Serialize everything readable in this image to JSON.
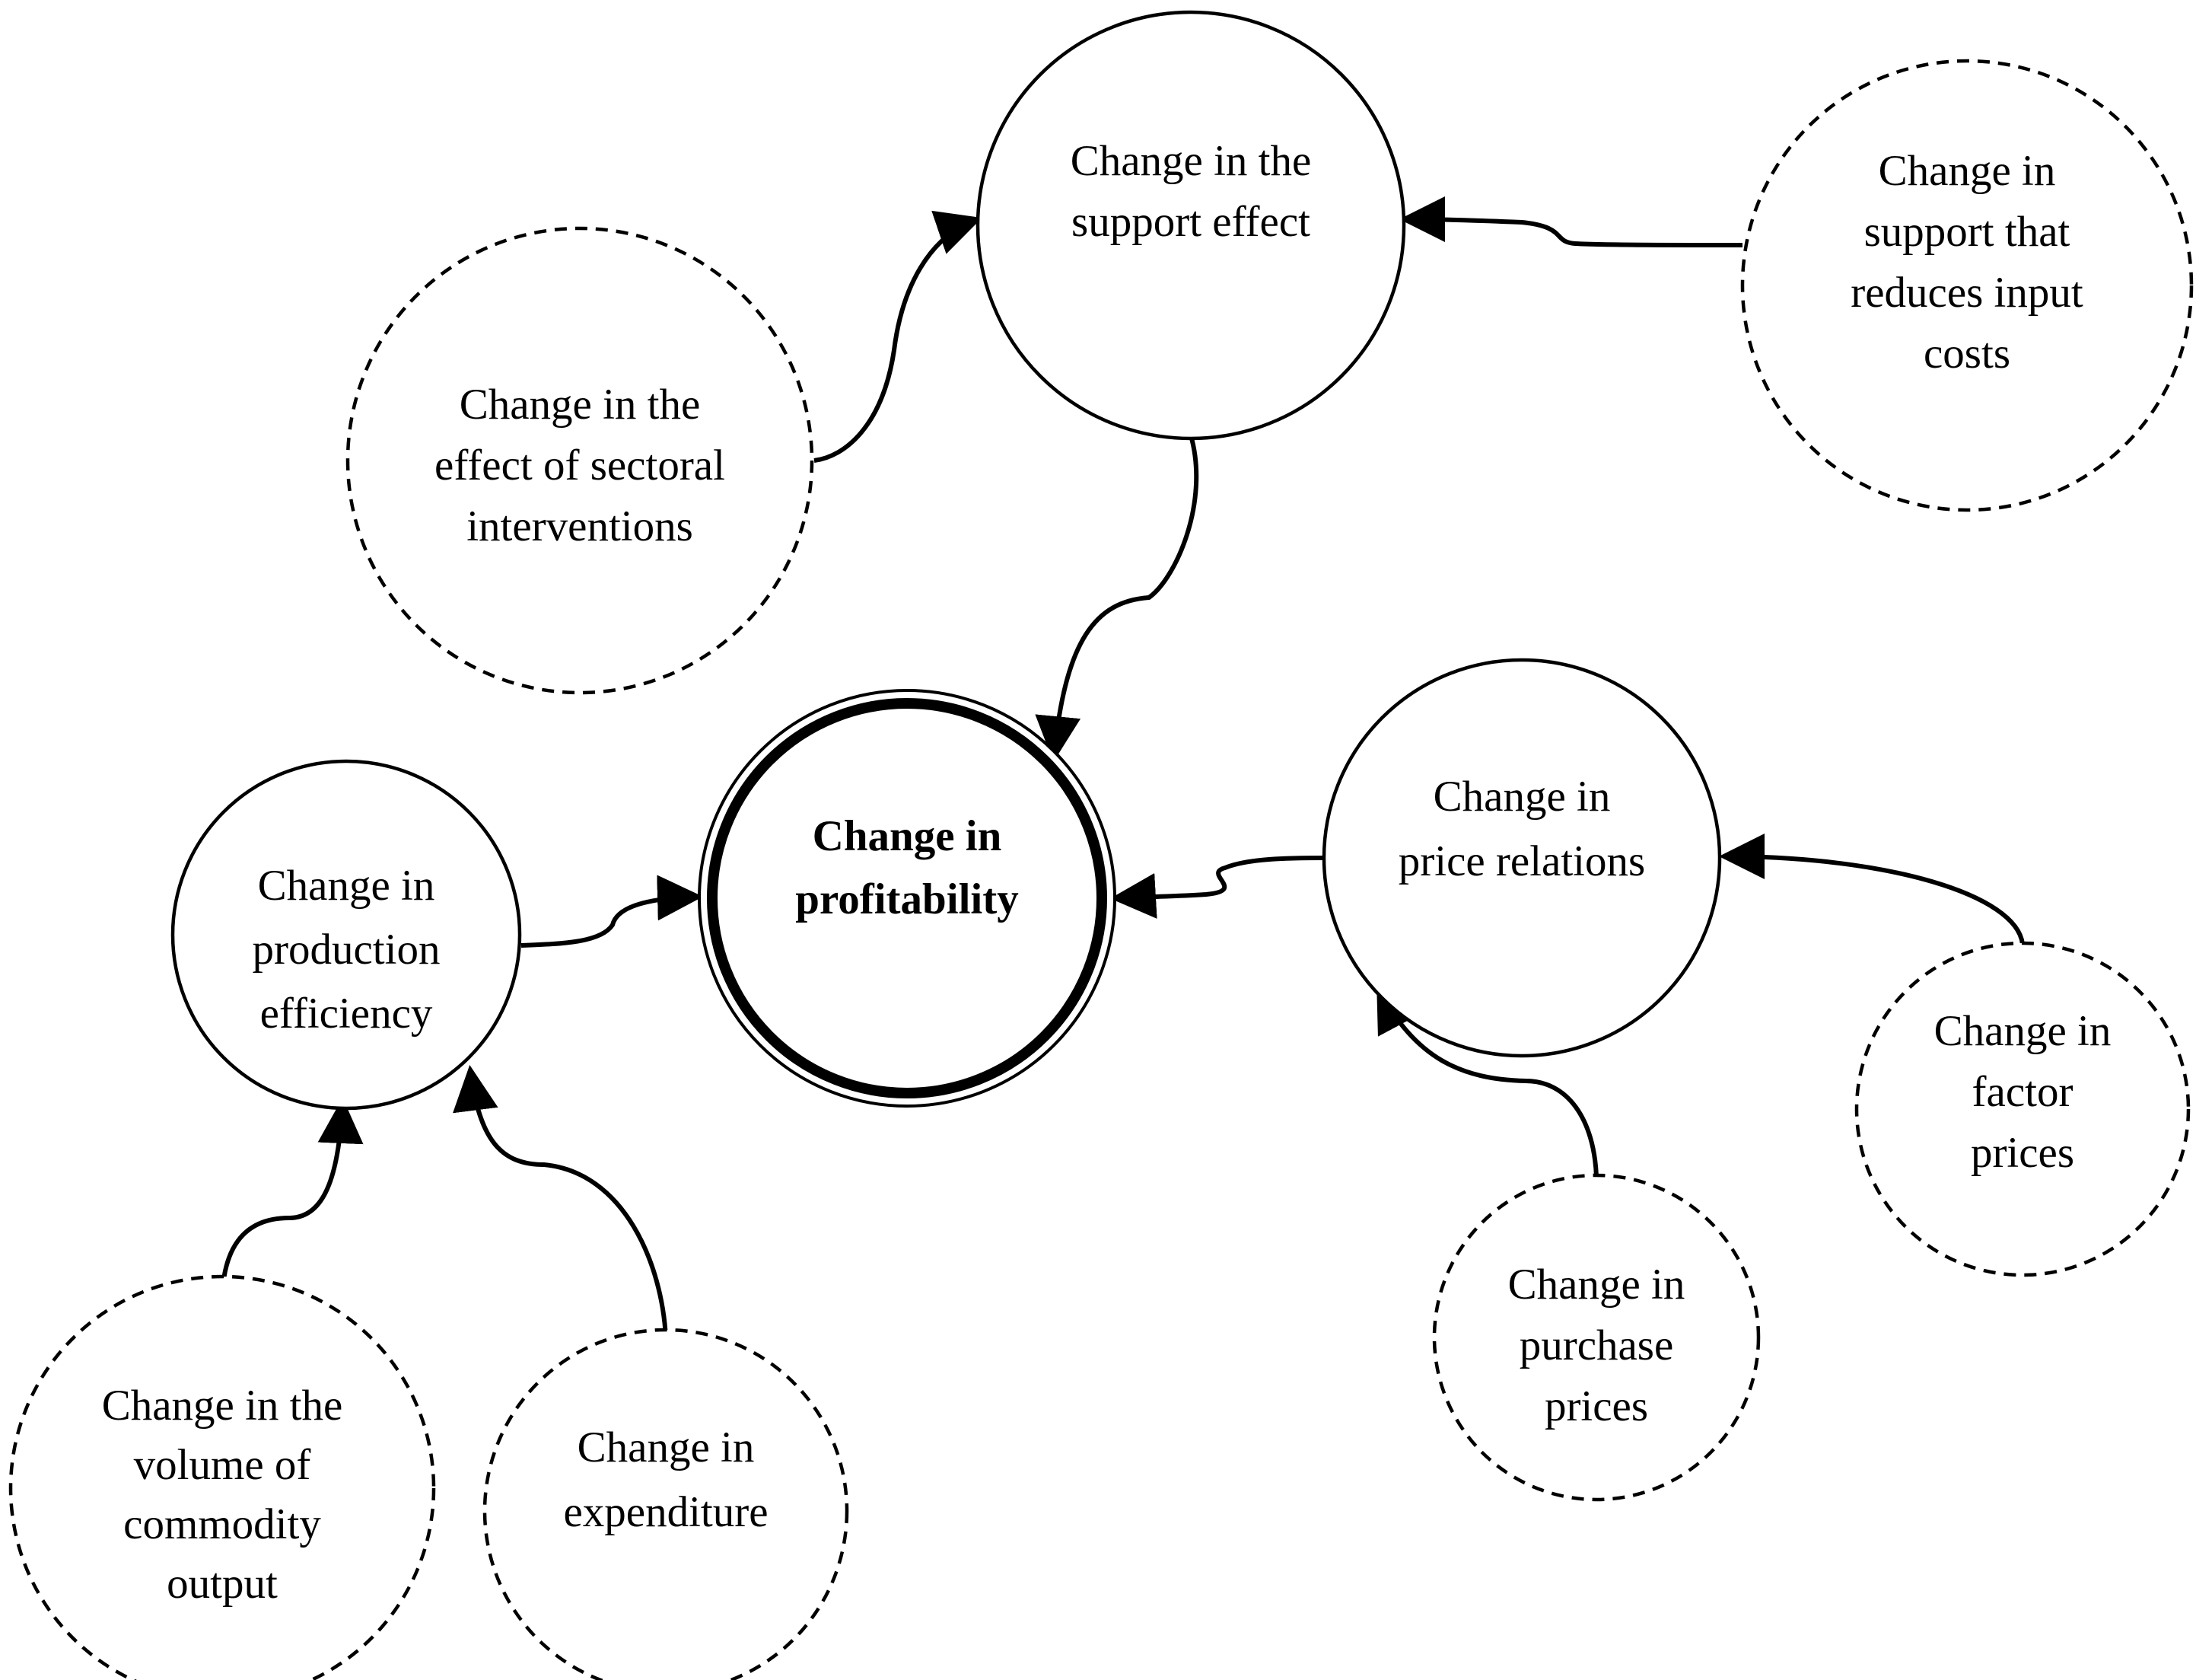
{
  "center": {
    "lines": [
      "Change in",
      "profitability"
    ]
  },
  "nodes": {
    "support_effect": [
      "Change in the",
      "support effect"
    ],
    "sectoral_interventions": [
      "Change in the",
      "effect of sectoral",
      "interventions"
    ],
    "input_cost_support": [
      "Change in",
      "support that",
      "reduces input",
      "costs"
    ],
    "production_efficiency": [
      "Change in",
      "production",
      "efficiency"
    ],
    "price_relations": [
      "Change in",
      "price relations"
    ],
    "commodity_output": [
      "Change in the",
      "volume of",
      "commodity",
      "output"
    ],
    "expenditure": [
      "Change in",
      "expenditure"
    ],
    "purchase_prices": [
      "Change in",
      "purchase",
      "prices"
    ],
    "factor_prices": [
      "Change in",
      "factor",
      "prices"
    ]
  },
  "edges": [
    {
      "from": "sectoral_interventions",
      "to": "support_effect"
    },
    {
      "from": "input_cost_support",
      "to": "support_effect"
    },
    {
      "from": "support_effect",
      "to": "center"
    },
    {
      "from": "production_efficiency",
      "to": "center"
    },
    {
      "from": "price_relations",
      "to": "center"
    },
    {
      "from": "commodity_output",
      "to": "production_efficiency"
    },
    {
      "from": "expenditure",
      "to": "production_efficiency"
    },
    {
      "from": "purchase_prices",
      "to": "price_relations"
    },
    {
      "from": "factor_prices",
      "to": "price_relations"
    }
  ]
}
